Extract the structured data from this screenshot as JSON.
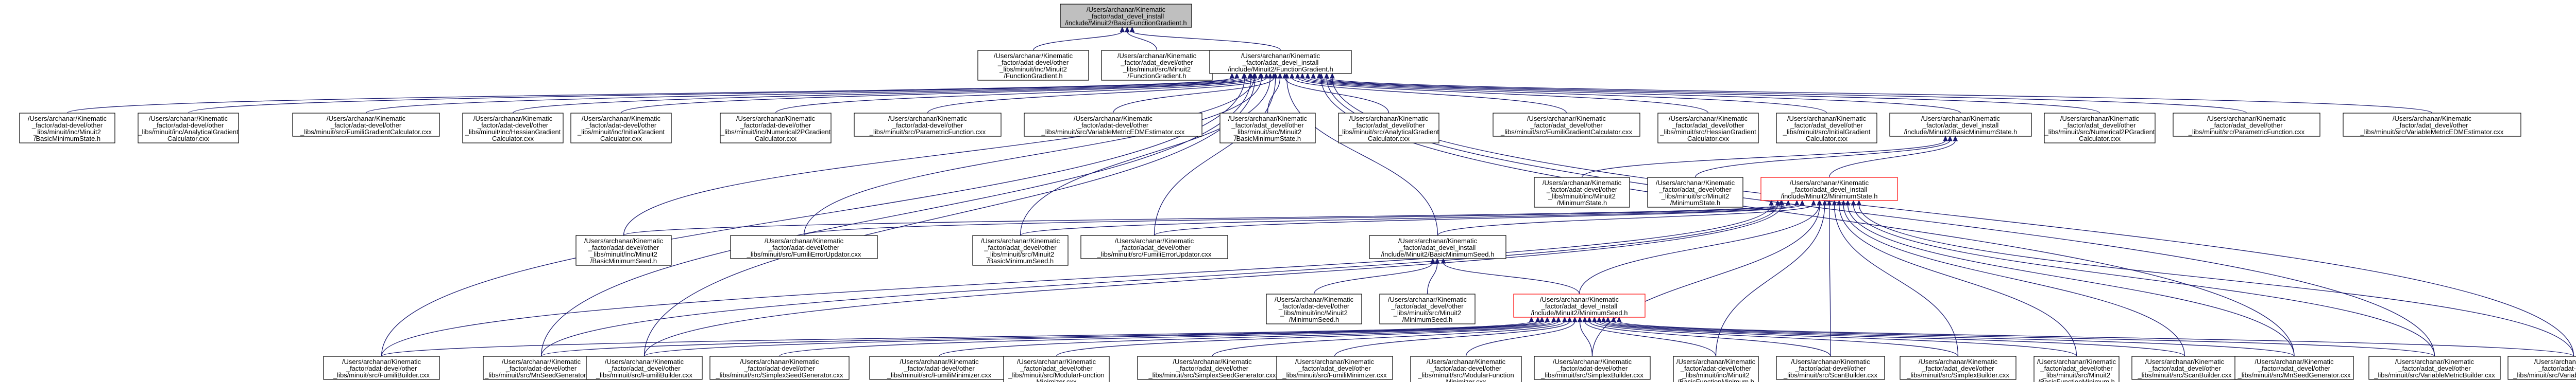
{
  "graph": {
    "colors": {
      "edge": "#191970",
      "node_border": "#000000",
      "node_border_highlight": "#ff0000",
      "root_fill": "#bfbfbf"
    },
    "nodes": [
      {
        "id": "n0",
        "lines": [
          "/Users/archanar/Kinematic",
          "_factor/adat_devel_install",
          "/include/Minuit2/BasicFunctionGradient.h"
        ],
        "style": "root"
      },
      {
        "id": "n1",
        "lines": [
          "/Users/archanar/Kinematic",
          "_factor/adat-devel/other",
          "_libs/minuit/inc/Minuit2",
          "/FunctionGradient.h"
        ]
      },
      {
        "id": "n2",
        "lines": [
          "/Users/archanar/Kinematic",
          "_factor/adat_devel/other",
          "_libs/minuit/src/Minuit2",
          "/FunctionGradient.h"
        ]
      },
      {
        "id": "n3",
        "lines": [
          "/Users/archanar/Kinematic",
          "_factor/adat_devel_install",
          "/include/Minuit2/FunctionGradient.h"
        ]
      },
      {
        "id": "n4",
        "lines": [
          "/Users/archanar/Kinematic",
          "_factor/adat-devel/other",
          "_libs/minuit/inc/Minuit2",
          "/BasicMinimumState.h"
        ]
      },
      {
        "id": "n5",
        "lines": [
          "/Users/archanar/Kinematic",
          "_factor/adat-devel/other",
          "_libs/minuit/inc/AnalyticalGradient",
          "Calculator.cxx"
        ]
      },
      {
        "id": "n6",
        "lines": [
          "/Users/archanar/Kinematic",
          "_factor/adat-devel/other",
          "_libs/minuit/src/FumiliGradientCalculator.cxx"
        ]
      },
      {
        "id": "n7",
        "lines": [
          "/Users/archanar/Kinematic",
          "_factor/adat-devel/other",
          "_libs/minuit/inc/HessianGradient",
          "Calculator.cxx"
        ]
      },
      {
        "id": "n8",
        "lines": [
          "/Users/archanar/Kinematic",
          "_factor/adat-devel/other",
          "_libs/minuit/inc/InitialGradient",
          "Calculator.cxx"
        ]
      },
      {
        "id": "n9",
        "lines": [
          "/Users/archanar/Kinematic",
          "_factor/adat-devel/other",
          "_libs/minuit/inc/Numerical2PGradient",
          "Calculator.cxx"
        ]
      },
      {
        "id": "n10",
        "lines": [
          "/Users/archanar/Kinematic",
          "_factor/adat-devel/other",
          "_libs/minuit/src/ParametricFunction.cxx"
        ]
      },
      {
        "id": "n11",
        "lines": [
          "/Users/archanar/Kinematic",
          "_factor/adat-devel/other",
          "_libs/minuit/src/VariableMetricEDMEstimator.cxx"
        ]
      },
      {
        "id": "n12",
        "lines": [
          "/Users/archanar/Kinematic",
          "_factor/adat_devel/other",
          "_libs/minuit/src/Minuit2",
          "/BasicMinimumState.h"
        ]
      },
      {
        "id": "n13",
        "lines": [
          "/Users/archanar/Kinematic",
          "_factor/adat_devel/other",
          "_libs/minuit/src/AnalyticalGradient",
          "Calculator.cxx"
        ]
      },
      {
        "id": "n14",
        "lines": [
          "/Users/archanar/Kinematic",
          "_factor/adat_devel/other",
          "_libs/minuit/src/FumiliGradientCalculator.cxx"
        ]
      },
      {
        "id": "n15",
        "lines": [
          "/Users/archanar/Kinematic",
          "_factor/adat_devel/other",
          "_libs/minuit/src/HessianGradient",
          "Calculator.cxx"
        ]
      },
      {
        "id": "n16",
        "lines": [
          "/Users/archanar/Kinematic",
          "_factor/adat_devel/other",
          "_libs/minuit/src/InitialGradient",
          "Calculator.cxx"
        ]
      },
      {
        "id": "n17",
        "lines": [
          "/Users/archanar/Kinematic",
          "_factor/adat_devel_install",
          "/include/Minuit2/BasicMinimumState.h"
        ]
      },
      {
        "id": "n18",
        "lines": [
          "/Users/archanar/Kinematic",
          "_factor/adat_devel/other",
          "_libs/minuit/src/Numerical2PGradient",
          "Calculator.cxx"
        ]
      },
      {
        "id": "n19",
        "lines": [
          "/Users/archanar/Kinematic",
          "_factor/adat_devel/other",
          "_libs/minuit/src/ParametricFunction.cxx"
        ]
      },
      {
        "id": "n20",
        "lines": [
          "/Users/archanar/Kinematic",
          "_factor/adat_devel/other",
          "_libs/minuit/src/VariableMetricEDMEstimator.cxx"
        ]
      },
      {
        "id": "n21",
        "lines": [
          "/Users/archanar/Kinematic",
          "_factor/adat-devel/other",
          "_libs/minuit/inc/Minuit2",
          "/MinimumState.h"
        ]
      },
      {
        "id": "n22",
        "lines": [
          "/Users/archanar/Kinematic",
          "_factor/adat_devel/other",
          "_libs/minuit/src/Minuit2",
          "/MinimumState.h"
        ]
      },
      {
        "id": "n23",
        "lines": [
          "/Users/archanar/Kinematic",
          "_factor/adat_devel_install",
          "/include/Minuit2/MinimumState.h"
        ],
        "style": "red"
      },
      {
        "id": "n24",
        "lines": [
          "/Users/archanar/Kinematic",
          "_factor/adat-devel/other",
          "_libs/minuit/inc/Minuit2",
          "/BasicMinimumSeed.h"
        ]
      },
      {
        "id": "n25",
        "lines": [
          "/Users/archanar/Kinematic",
          "_factor/adat-devel/other",
          "_libs/minuit/src/FumiliErrorUpdator.cxx"
        ]
      },
      {
        "id": "n26",
        "lines": [
          "/Users/archanar/Kinematic",
          "_factor/adat_devel/other",
          "_libs/minuit/src/Minuit2",
          "/BasicMinimumSeed.h"
        ]
      },
      {
        "id": "n27",
        "lines": [
          "/Users/archanar/Kinematic",
          "_factor/adat_devel/other",
          "_libs/minuit/src/FumiliErrorUpdator.cxx"
        ]
      },
      {
        "id": "n28",
        "lines": [
          "/Users/archanar/Kinematic",
          "_factor/adat_devel_install",
          "/include/Minuit2/BasicMinimumSeed.h"
        ]
      },
      {
        "id": "n29",
        "lines": [
          "/Users/archanar/Kinematic",
          "_factor/adat-devel/other",
          "_libs/minuit/inc/Minuit2",
          "/MinimumSeed.h"
        ]
      },
      {
        "id": "n30",
        "lines": [
          "/Users/archanar/Kinematic",
          "_factor/adat_devel/other",
          "_libs/minuit/src/Minuit2",
          "/MinimumSeed.h"
        ]
      },
      {
        "id": "n31",
        "lines": [
          "/Users/archanar/Kinematic",
          "_factor/adat_devel_install",
          "/include/Minuit2/MinimumSeed.h"
        ],
        "style": "red"
      },
      {
        "id": "n32",
        "lines": [
          "/Users/archanar/Kinematic",
          "_factor/adat-devel/other",
          "_libs/minuit/src/FumiliBuilder.cxx"
        ]
      },
      {
        "id": "n33",
        "lines": [
          "/Users/archanar/Kinematic",
          "_factor/adat-devel/other",
          "_libs/minuit/src/MnSeedGenerator.cxx"
        ]
      },
      {
        "id": "n34",
        "lines": [
          "/Users/archanar/Kinematic",
          "_factor/adat_devel/other",
          "_libs/minuit/src/FumiliBuilder.cxx"
        ]
      },
      {
        "id": "n35",
        "lines": [
          "/Users/archanar/Kinematic",
          "_factor/adat-devel/other",
          "_libs/minuit/src/SimplexSeedGenerator.cxx"
        ]
      },
      {
        "id": "n36",
        "lines": [
          "/Users/archanar/Kinematic",
          "_factor/adat-devel/other",
          "_libs/minuit/src/FumiliMinimizer.cxx"
        ]
      },
      {
        "id": "n37",
        "lines": [
          "/Users/archanar/Kinematic",
          "_factor/adat_devel/other",
          "_libs/minuit/src/ModularFunction",
          "Minimizer.cxx"
        ]
      },
      {
        "id": "n38",
        "lines": [
          "/Users/archanar/Kinematic",
          "_factor/adat_devel/other",
          "_libs/minuit/src/SimplexSeedGenerator.cxx"
        ]
      },
      {
        "id": "n39",
        "lines": [
          "/Users/archanar/Kinematic",
          "_factor/adat_devel/other",
          "_libs/minuit/src/FumiliMinimizer.cxx"
        ]
      },
      {
        "id": "n40",
        "lines": [
          "/Users/archanar/Kinematic",
          "_factor/adat-devel/other",
          "_libs/minuit/src/ModularFunction",
          "Minimizer.cxx"
        ]
      },
      {
        "id": "n41",
        "lines": [
          "/Users/archanar/Kinematic",
          "_factor/adat-devel/other",
          "_libs/minuit/src/SimplexBuilder.cxx"
        ]
      },
      {
        "id": "n42",
        "lines": [
          "/Users/archanar/Kinematic",
          "_factor/adat-devel/other",
          "_libs/minuit/inc/Minuit2",
          "/BasicFunctionMinimum.h"
        ]
      },
      {
        "id": "n43",
        "lines": [
          "/Users/archanar/Kinematic",
          "_factor/adat-devel/other",
          "_libs/minuit/src/ScanBuilder.cxx"
        ]
      },
      {
        "id": "n44",
        "lines": [
          "/Users/archanar/Kinematic",
          "_factor/adat_devel/other",
          "_libs/minuit/src/SimplexBuilder.cxx"
        ]
      },
      {
        "id": "n45",
        "lines": [
          "/Users/archanar/Kinematic",
          "_factor/adat_devel/other",
          "_libs/minuit/src/Minuit2",
          "/BasicFunctionMinimum.h"
        ]
      },
      {
        "id": "n46",
        "lines": [
          "/Users/archanar/Kinematic",
          "_factor/adat_devel/other",
          "_libs/minuit/src/ScanBuilder.cxx"
        ]
      },
      {
        "id": "n47",
        "lines": [
          "/Users/archanar/Kinematic",
          "_factor/adat_devel/other",
          "_libs/minuit/src/MnSeedGenerator.cxx"
        ]
      },
      {
        "id": "n48",
        "lines": [
          "/Users/archanar/Kinematic",
          "_factor/adat_devel/other",
          "_libs/minuit/src/VariableMetricBuilder.cxx"
        ]
      },
      {
        "id": "n49",
        "lines": [
          "/Users/archanar/Kinematic",
          "_factor/adat-devel/other",
          "_libs/minuit/src/VariableMetricBuilder.cxx"
        ]
      }
    ]
  }
}
